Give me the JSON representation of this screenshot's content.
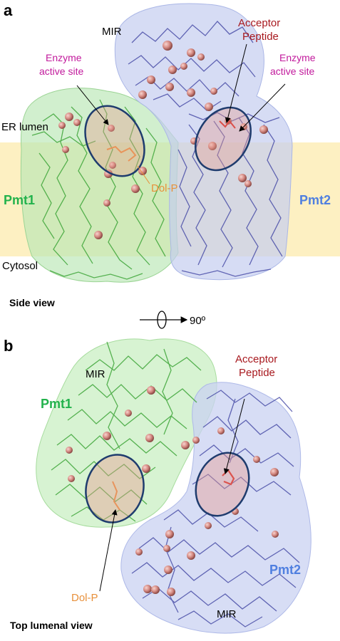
{
  "panel_a": {
    "letter": "a",
    "mir": "MIR",
    "acceptor_line1": "Acceptor",
    "acceptor_line2": "Peptide",
    "enzyme_left_line1": "Enzyme",
    "enzyme_left_line2": "active site",
    "enzyme_right_line1": "Enzyme",
    "enzyme_right_line2": "active site",
    "er_lumen": "ER lumen",
    "dolp": "Dol-P",
    "pmt1": "Pmt1",
    "pmt2": "Pmt2",
    "cytosol": "Cytosol",
    "view": "Side view"
  },
  "rotation": {
    "label": "90º"
  },
  "panel_b": {
    "letter": "b",
    "mir_top": "MIR",
    "acceptor_line1": "Acceptor",
    "acceptor_line2": "Peptide",
    "pmt1": "Pmt1",
    "pmt2": "Pmt2",
    "dolp": "Dol-P",
    "mir_bottom": "MIR",
    "view": "Top lumenal view"
  },
  "colors": {
    "pmt1": "#22b24c",
    "pmt2": "#4f7fe0",
    "acceptor": "#a8191f",
    "enzyme": "#c21a9c",
    "dolp": "#e8903a",
    "membrane": "#fdf0c2",
    "ellipse_stroke": "#1f3c6e"
  }
}
